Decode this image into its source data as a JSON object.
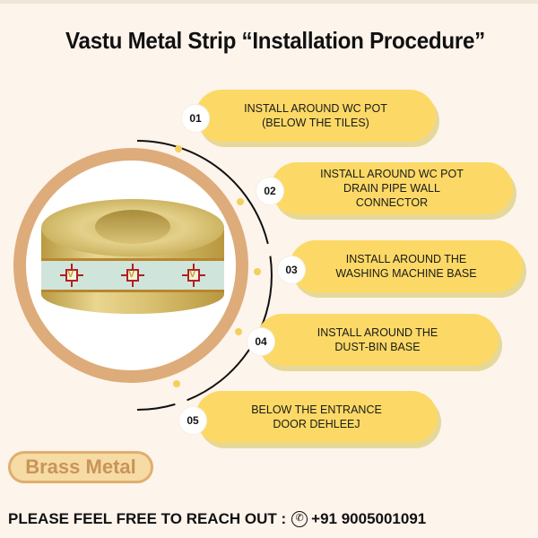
{
  "title": "Vastu Metal Strip “Installation Procedure”",
  "product_image": {
    "alt": "Brass metal strip coil with Vastu logo band",
    "band_color": "#cfe5dc",
    "logo_color": "#b21e23"
  },
  "steps": [
    {
      "number": "01",
      "text": "INSTALL AROUND WC POT\n(BELOW THE TILES)"
    },
    {
      "number": "02",
      "text": "INSTALL AROUND WC POT\nDRAIN PIPE WALL\nCONNECTOR"
    },
    {
      "number": "03",
      "text": "INSTALL AROUND THE\nWASHING MACHINE BASE"
    },
    {
      "number": "04",
      "text": "INSTALL AROUND THE\nDUST-BIN BASE"
    },
    {
      "number": "05",
      "text": "BELOW THE ENTRANCE\nDOOR DEHLEEJ"
    }
  ],
  "badge": {
    "label": "Brass Metal"
  },
  "contact": {
    "prefix": "PLEASE FEEL FREE TO REACH OUT :",
    "icon": "phone-icon",
    "phone": "+91 9005001091"
  },
  "colors": {
    "background": "#fdf4ec",
    "pill": "#fcd966",
    "ring": "#ddac7a",
    "badge_text": "#c8945a"
  }
}
